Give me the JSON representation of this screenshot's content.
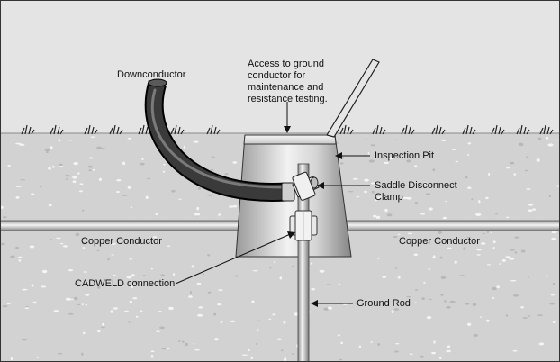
{
  "labels": {
    "downconductor": "Downconductor",
    "access_note": "Access to ground conductor for maintenance and resistance testing.",
    "inspection_pit": "Inspection Pit",
    "saddle_clamp": "Saddle Disconnect Clamp",
    "copper_left": "Copper Conductor",
    "copper_right": "Copper Conductor",
    "cadweld": "CADWELD connection",
    "ground_rod": "Ground Rod"
  },
  "colors": {
    "sky": "#e4e4e4",
    "soil": "#d2d2d2",
    "pit_light": "#ededed",
    "pit_dark": "#8a8a8a",
    "cable_dark": "#1e1e1e",
    "outline": "#222222"
  }
}
